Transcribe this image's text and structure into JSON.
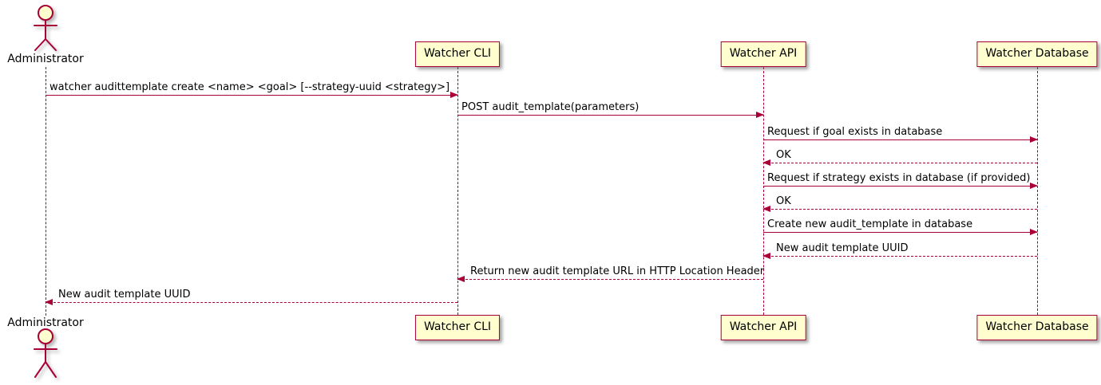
{
  "diagram": {
    "type": "sequence",
    "background": "#FFFFFF",
    "colors": {
      "participant_fill": "#FEFECE",
      "stroke": "#A80036",
      "text": "#000000"
    },
    "participants": [
      {
        "label": "Administrator",
        "kind": "actor"
      },
      {
        "label": "Watcher CLI",
        "kind": "participant"
      },
      {
        "label": "Watcher API",
        "kind": "participant"
      },
      {
        "label": "Watcher Database",
        "kind": "participant"
      }
    ],
    "messages": [
      {
        "from": "Administrator",
        "to": "Watcher CLI",
        "label": "watcher audittemplate create <name> <goal> [--strategy-uuid <strategy>]",
        "line": "solid",
        "direction": "right"
      },
      {
        "from": "Watcher CLI",
        "to": "Watcher API",
        "label": "POST audit_template(parameters)",
        "line": "solid",
        "direction": "right"
      },
      {
        "from": "Watcher API",
        "to": "Watcher Database",
        "label": "Request if goal exists in database",
        "line": "solid",
        "direction": "right"
      },
      {
        "from": "Watcher Database",
        "to": "Watcher API",
        "label": "OK",
        "line": "dashed",
        "direction": "left"
      },
      {
        "from": "Watcher API",
        "to": "Watcher Database",
        "label": "Request if strategy exists in database (if provided)",
        "line": "solid",
        "direction": "right"
      },
      {
        "from": "Watcher Database",
        "to": "Watcher API",
        "label": "OK",
        "line": "dashed",
        "direction": "left"
      },
      {
        "from": "Watcher API",
        "to": "Watcher Database",
        "label": "Create new audit_template in database",
        "line": "solid",
        "direction": "right"
      },
      {
        "from": "Watcher Database",
        "to": "Watcher API",
        "label": "New audit template UUID",
        "line": "dashed",
        "direction": "left"
      },
      {
        "from": "Watcher API",
        "to": "Watcher CLI",
        "label": "Return new audit template URL in HTTP Location Header",
        "line": "dashed",
        "direction": "left"
      },
      {
        "from": "Watcher CLI",
        "to": "Administrator",
        "label": "New audit template UUID",
        "line": "dashed",
        "direction": "left"
      }
    ]
  }
}
